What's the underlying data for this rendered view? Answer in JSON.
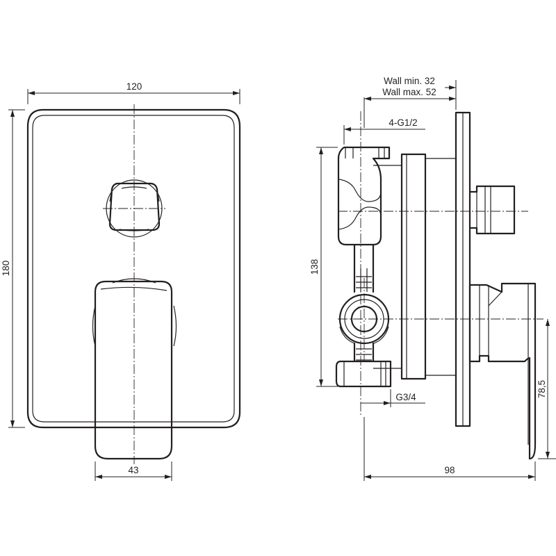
{
  "dimensions": {
    "plate_width": "120",
    "plate_height": "180",
    "handle_width": "43",
    "body_height": "138",
    "thread_top": "4-G1/2",
    "thread_bottom": "G3/4",
    "depth": "98",
    "lever_height": "78,5",
    "wall_min": "Wall min. 32",
    "wall_max": "Wall max. 52"
  }
}
